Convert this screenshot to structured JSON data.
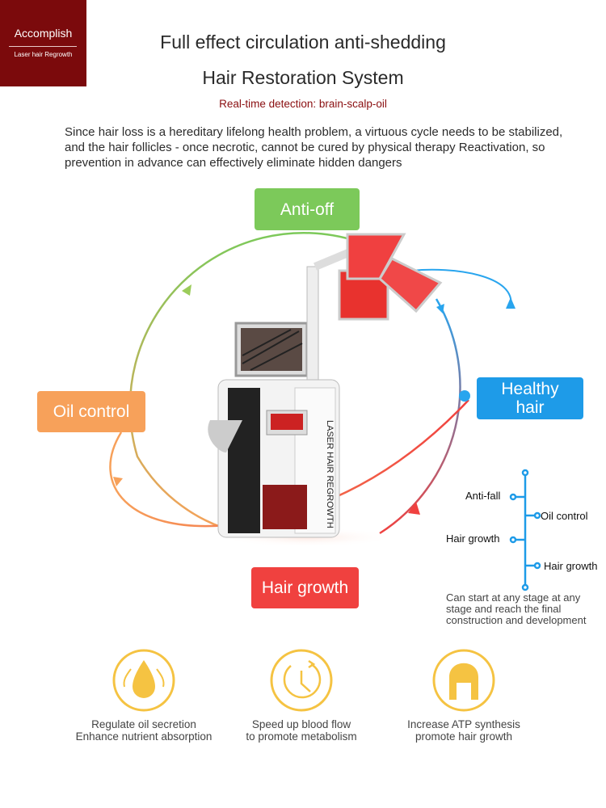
{
  "logo": {
    "brand": "Accomplish",
    "tagline": "Laser hair Regrowth"
  },
  "header": {
    "title_line1": "Full effect circulation anti-shedding",
    "title_line2": "Hair Restoration System",
    "subtitle": "Real-time detection: brain-scalp-oil"
  },
  "intro": "Since hair loss is a hereditary lifelong health problem, a virtuous cycle needs to be stabilized, and the hair follicles - once necrotic, cannot be cured by physical therapy Reactivation, so prevention in advance can effectively eliminate hidden dangers",
  "cycle": {
    "top": "Anti-off",
    "left": "Oil control",
    "right_line1": "Healthy",
    "right_line2": "hair",
    "bottom": "Hair growth",
    "colors": {
      "green": "#7cc95a",
      "orange": "#f7a15a",
      "blue": "#29a5ee",
      "red": "#f0413f"
    }
  },
  "device": {
    "label": "LASER HAIR REGROWTH"
  },
  "timeline": {
    "items": [
      "Anti-fall",
      "Oil control",
      "Hair growth",
      "Hair growth"
    ],
    "note": "Can start at any stage at any stage and reach the final construction and development"
  },
  "features": [
    {
      "icon": "oil-drop-icon",
      "line1": "Regulate oil secretion",
      "line2": "Enhance nutrient absorption"
    },
    {
      "icon": "clock-icon",
      "line1": "Speed up blood flow",
      "line2": "to promote metabolism"
    },
    {
      "icon": "hair-icon",
      "line1": "Increase ATP synthesis",
      "line2": "promote hair growth"
    }
  ]
}
